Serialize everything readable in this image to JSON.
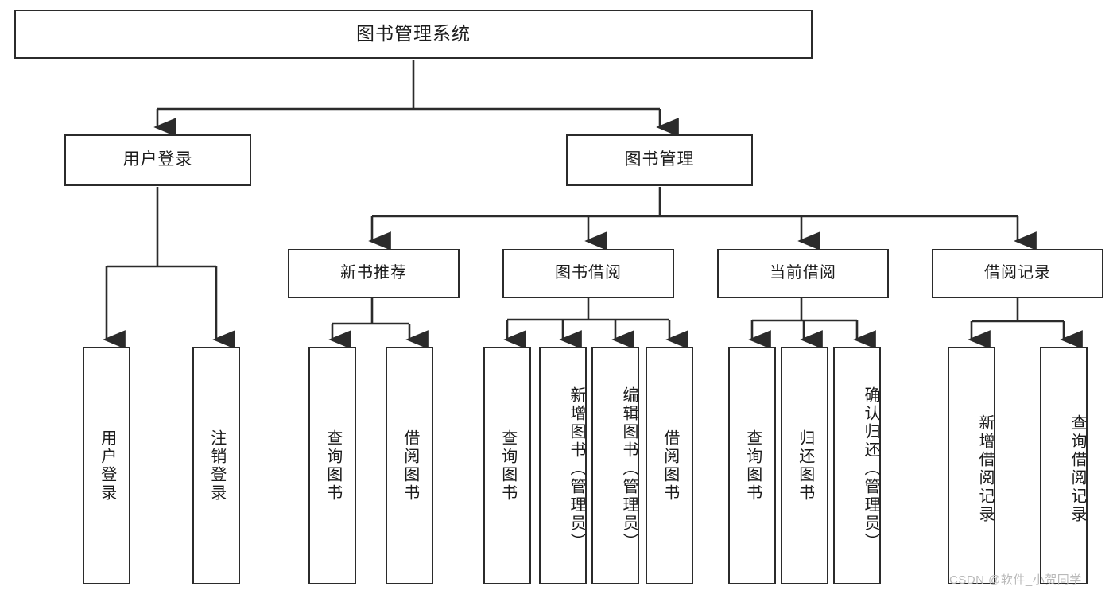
{
  "diagram": {
    "title": "图书管理系统",
    "watermark": "CSDN @软件_小贺同学",
    "colors": {
      "box_border": "#2b2b2b",
      "box_fill": "#ffffff",
      "connector": "#2b2b2b",
      "text": "#1b1b1b",
      "watermark": "#b9b9b9"
    },
    "root": {
      "label": "图书管理系统"
    },
    "level2": [
      {
        "label": "用户登录"
      },
      {
        "label": "图书管理"
      }
    ],
    "level3": [
      {
        "label": "新书推荐"
      },
      {
        "label": "图书借阅"
      },
      {
        "label": "当前借阅"
      },
      {
        "label": "借阅记录"
      }
    ],
    "leaves": {
      "user_login": [
        {
          "label": "用户登录"
        },
        {
          "label": "注销登录"
        }
      ],
      "new_book_recommend": [
        {
          "label": "查询图书"
        },
        {
          "label": "借阅图书"
        }
      ],
      "book_borrow": [
        {
          "label": "查询图书"
        },
        {
          "label": "新增图书（管理员）"
        },
        {
          "label": "编辑图书（管理员）"
        },
        {
          "label": "借阅图书"
        }
      ],
      "current_borrow": [
        {
          "label": "查询图书"
        },
        {
          "label": "归还图书"
        },
        {
          "label": "确认归还（管理员）"
        }
      ],
      "borrow_record": [
        {
          "label": "新增借阅记录"
        },
        {
          "label": "查询借阅记录"
        }
      ]
    }
  }
}
